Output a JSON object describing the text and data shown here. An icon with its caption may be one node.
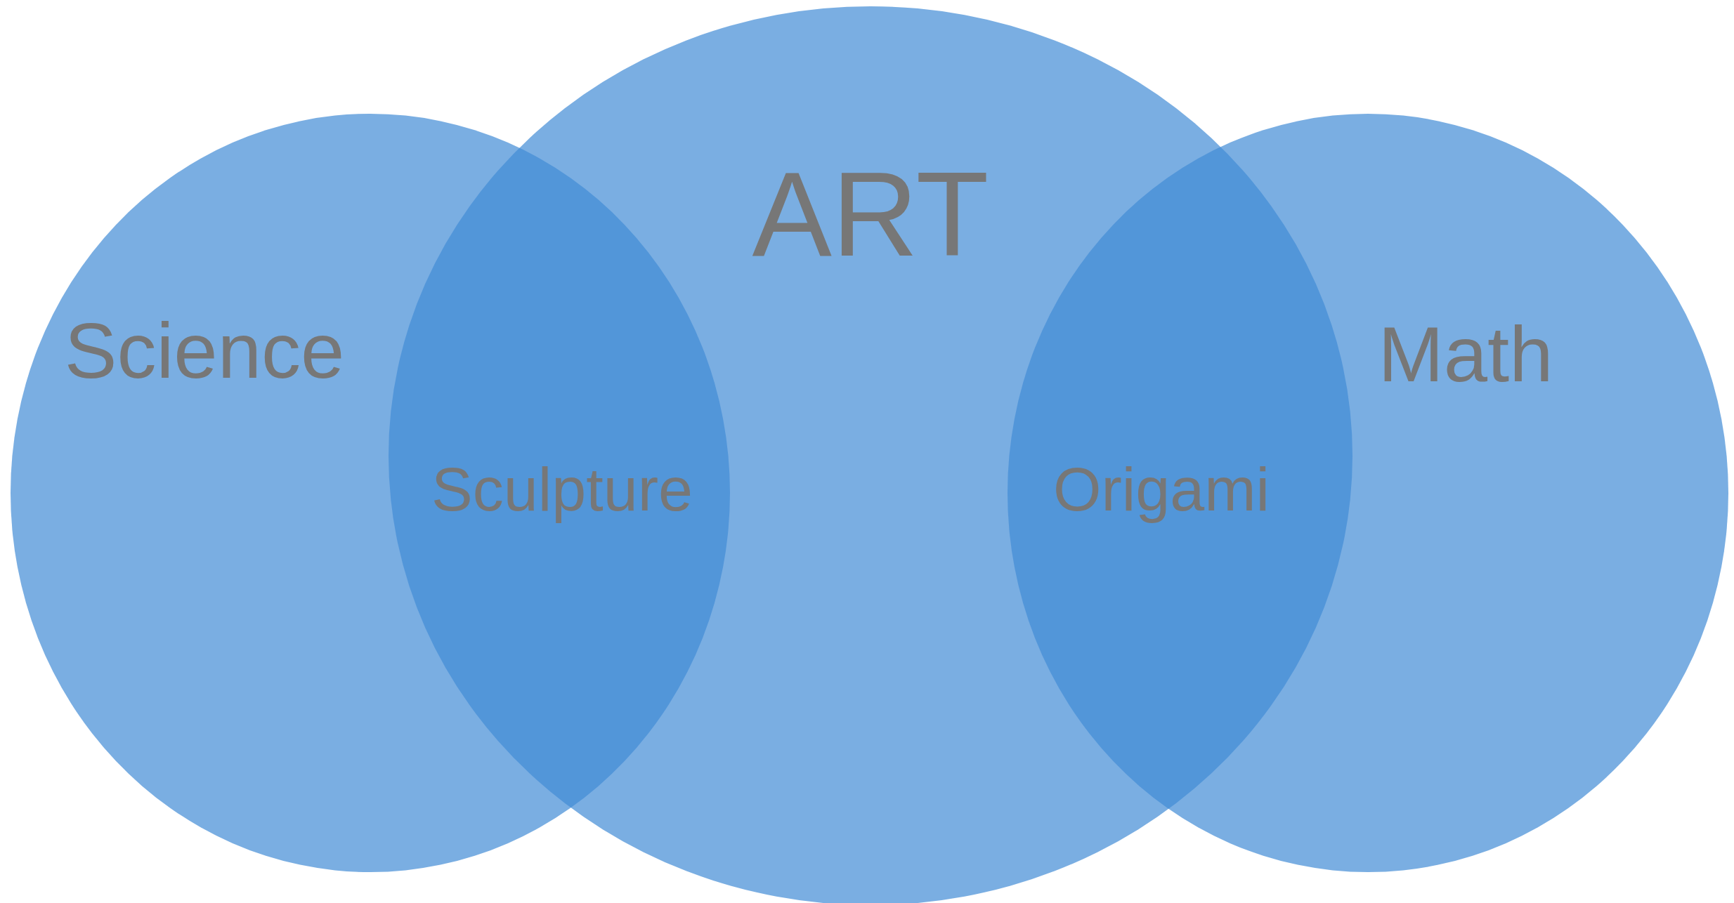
{
  "diagram": {
    "nodes": [
      {
        "text": [
          "Science"
        ]
      },
      {
        "text": [
          "ART"
        ]
      },
      {
        "text": [
          "Math"
        ]
      }
    ],
    "labels": [
      "Sculpture",
      "Origami"
    ]
  }
}
